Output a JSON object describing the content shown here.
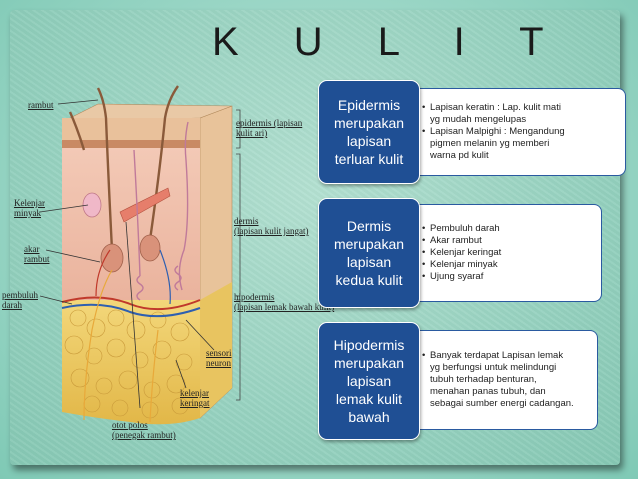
{
  "title": "K U L I T",
  "diagram": {
    "labels": {
      "rambut": "rambut",
      "epidermis_1": "epidermis (lapisan",
      "epidermis_2": "kulit ari)",
      "kelenjar_minyak_1": "Kelenjar",
      "kelenjar_minyak_2": "minyak",
      "akar_rambut_1": "akar",
      "akar_rambut_2": "rambut",
      "dermis_1": "dermis",
      "dermis_2": "(lapisan kulit jangat)",
      "pembuluh_darah_1": "pembuluh",
      "pembuluh_darah_2": "darah",
      "hipodermis_1": "hipodermis",
      "hipodermis_2": "(lapisan lemak bawah kulit)",
      "sensori_1": "sensori",
      "sensori_2": "neuron",
      "kelenjar_keringat_1": "kelenjar",
      "kelenjar_keringat_2": "keringat",
      "otot_polos_1": "otot polos",
      "otot_polos_2": "(penegak rambut)"
    }
  },
  "sections": [
    {
      "heading": [
        "Epidermis",
        "merupakan",
        "lapisan",
        "terluar kulit"
      ],
      "bullets": [
        "Lapisan keratin : Lap. kulit mati\nyg mudah mengelupas",
        "Lapisan Malpighi : Mengandung\npigmen melanin yg memberi\nwarna pd kulit"
      ]
    },
    {
      "heading": [
        "Dermis",
        "merupakan",
        "lapisan",
        "kedua kulit"
      ],
      "bullets": [
        "Pembuluh darah",
        "Akar rambut",
        "Kelenjar keringat",
        "Kelenjar minyak",
        "Ujung syaraf"
      ]
    },
    {
      "heading": [
        "Hipodermis",
        "merupakan",
        "lapisan",
        "lemak kulit",
        "bawah"
      ],
      "bullets": [
        "Banyak terdapat Lapisan lemak\nyg berfungsi untuk melindungi\ntubuh terhadap benturan,\nmenahan panas tubuh, dan\nsebagai sumber energi cadangan."
      ]
    }
  ],
  "colors": {
    "background": "#9cd5c3",
    "heading_box": "#1f4f94",
    "text_box_border": "#2a5aa0"
  }
}
